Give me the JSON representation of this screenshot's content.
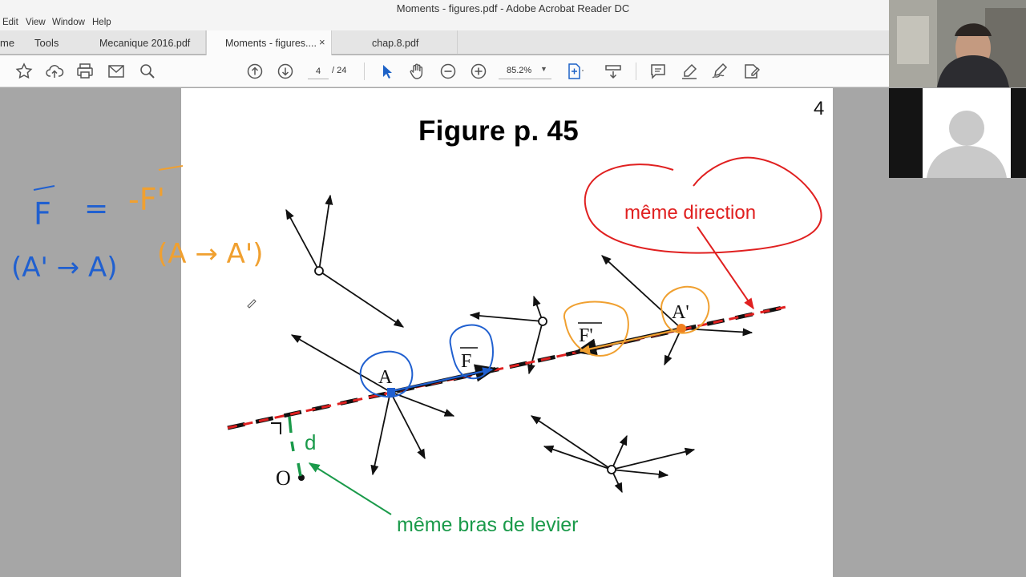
{
  "window": {
    "title": "Moments - figures.pdf - Adobe Acrobat Reader DC"
  },
  "menu": [
    "Edit",
    "View",
    "Window",
    "Help"
  ],
  "nav_tabs": {
    "home": "me",
    "tools": "Tools"
  },
  "doc_tabs": [
    {
      "label": "Mecanique 2016.pdf"
    },
    {
      "label": "Moments - figures....",
      "close": "×"
    },
    {
      "label": "chap.8.pdf"
    }
  ],
  "toolbar": {
    "current_page": "4",
    "page_total": "/ 24",
    "zoom": "85.2%",
    "icons": [
      "bookmark-star-icon",
      "cloud-upload-icon",
      "print-icon",
      "email-icon",
      "search-icon",
      "page-up-icon",
      "page-down-icon",
      "select-cursor-icon",
      "hand-tool-icon",
      "zoom-out-icon",
      "zoom-in-icon",
      "fit-page-icon",
      "scroll-mode-icon",
      "comment-icon",
      "highlight-pen-icon",
      "sign-icon",
      "edit-pdf-icon"
    ]
  },
  "page": {
    "number": "4",
    "title": "Figure p. 45",
    "labels": {
      "A": "A",
      "A_prime": "A'",
      "F": "F",
      "F_prime": "F'",
      "O": "O"
    }
  },
  "annotations": {
    "meme_direction": "même direction",
    "meme_bras": "même bras de levier",
    "d": "d",
    "equation_left": "F",
    "equation_eq": "=",
    "equation_right": "-F'",
    "arrow_left": "(A' → A)",
    "arrow_right": "(A → A')"
  },
  "colors": {
    "red_annotation": "#e02020",
    "green_annotation": "#1a9a4a",
    "orange_annotation": "#f0a030",
    "blue_annotation": "#2060d0"
  }
}
